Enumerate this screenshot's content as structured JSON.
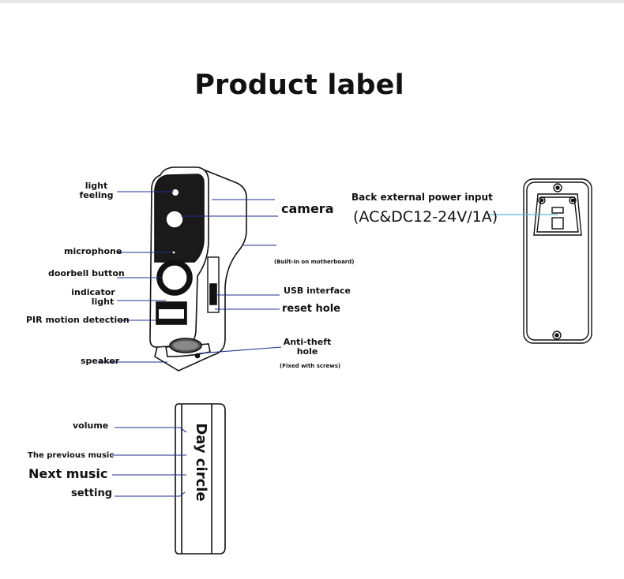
{
  "title": "Product label",
  "front": {
    "light_feeling": [
      "light",
      "feeling"
    ],
    "microphone": "microphone",
    "doorbell_button": "doorbell button",
    "indicator_light": [
      "indicator",
      "light"
    ],
    "pir": "PIR motion detection",
    "speaker": "speaker",
    "camera": "camera",
    "built_in_note": "(Built-in on motherboard)",
    "usb": "USB interface",
    "reset": "reset hole",
    "anti_theft": [
      "Anti-theft",
      "hole"
    ],
    "fixed_note": "(Fixed with screws)"
  },
  "back": {
    "power_label": "Back external power input",
    "power_spec": "(AC&DC12-24V/1A)"
  },
  "side": {
    "volume": "volume",
    "previous": "The previous music",
    "next": "Next music",
    "setting": "setting",
    "vertical_text": "Day circle"
  },
  "colors": {
    "callout_line": "#1f2f8c",
    "power_line": "#5fb8d0",
    "outline": "#111111"
  }
}
